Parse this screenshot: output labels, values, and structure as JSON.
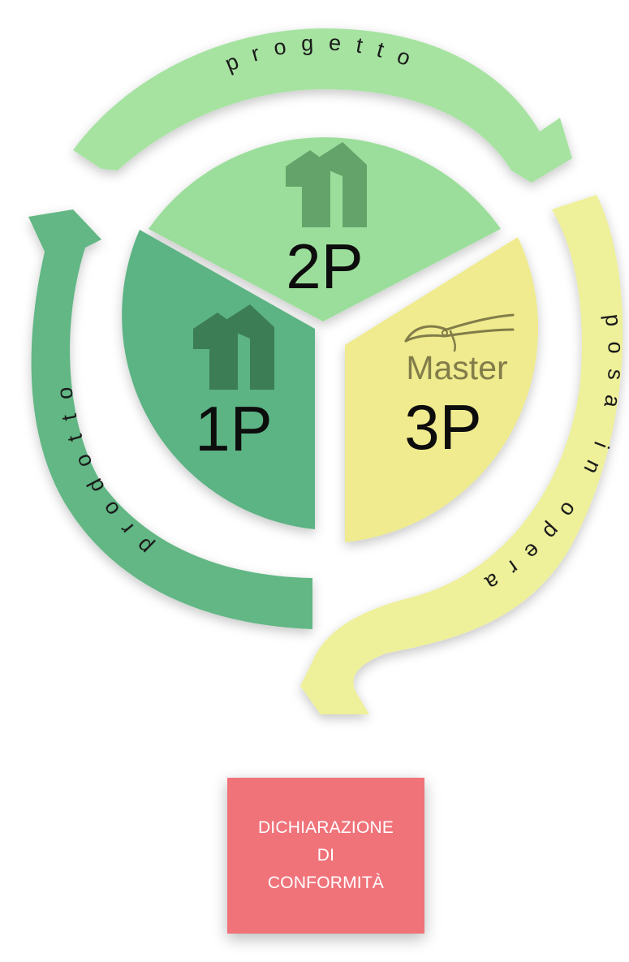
{
  "segments": {
    "p1": {
      "label": "1P",
      "color": "#5bb383",
      "logo_color": "#3c7d56"
    },
    "p2": {
      "label": "2P",
      "color": "#9bde9b",
      "logo_color": "#64a36a"
    },
    "p3": {
      "label": "3P",
      "brand": "Master",
      "color": "#efeb8e",
      "brand_color": "#817c49"
    }
  },
  "arrows": {
    "progetto": {
      "label": "progetto",
      "color": "#a6e3a1"
    },
    "posa_in_opera": {
      "label": "posa in opera",
      "color": "#eef09a"
    },
    "prodotto": {
      "label": "prodotto",
      "color": "#62b784"
    }
  },
  "declaration": {
    "lines": [
      "DICHIARAZIONE",
      "DI",
      "CONFORMITÀ"
    ],
    "color": "#f0737a"
  }
}
